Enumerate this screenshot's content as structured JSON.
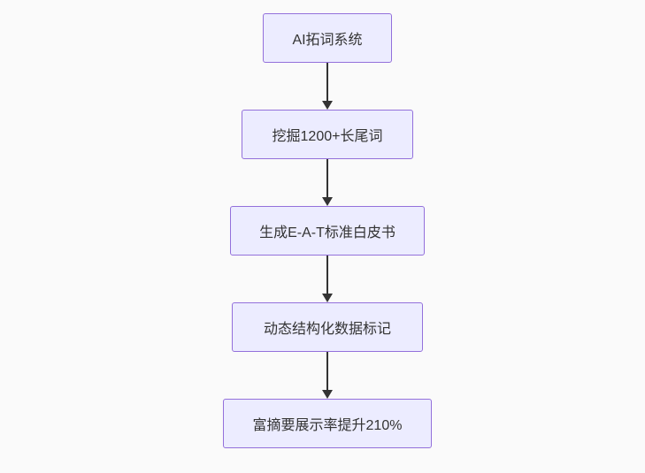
{
  "diagram": {
    "type": "flowchart-vertical",
    "background_color": "#fafafa",
    "node_fill_color": "#ECECFF",
    "node_border_color": "#9370DB",
    "text_color": "#333333",
    "arrow_color": "#333333",
    "nodes": [
      {
        "id": "step-1",
        "label": "AI拓词系统"
      },
      {
        "id": "step-2",
        "label": "挖掘1200+长尾词"
      },
      {
        "id": "step-3",
        "label": "生成E-A-T标准白皮书"
      },
      {
        "id": "step-4",
        "label": "动态结构化数据标记"
      },
      {
        "id": "step-5",
        "label": "富摘要展示率提升210%"
      }
    ],
    "edges": [
      {
        "from": "step-1",
        "to": "step-2"
      },
      {
        "from": "step-2",
        "to": "step-3"
      },
      {
        "from": "step-3",
        "to": "step-4"
      },
      {
        "from": "step-4",
        "to": "step-5"
      }
    ]
  }
}
